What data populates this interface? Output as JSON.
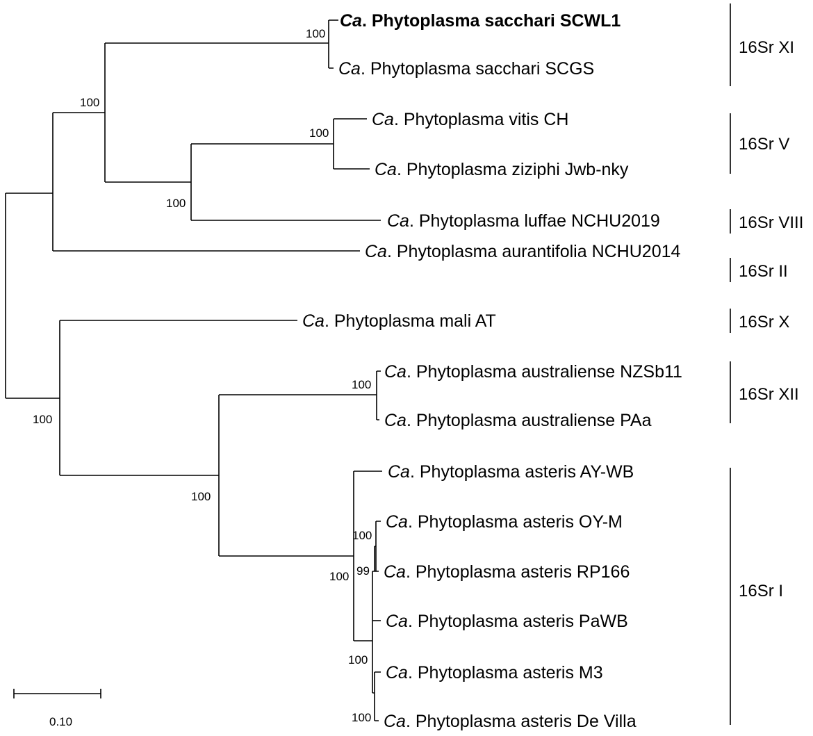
{
  "taxa": [
    {
      "id": "scwl1",
      "genus": "Ca",
      "rest": ". Phytoplasma sacchari SCWL1",
      "bold": true
    },
    {
      "id": "scgs",
      "genus": "Ca",
      "rest": ". Phytoplasma sacchari SCGS",
      "bold": false
    },
    {
      "id": "vitis",
      "genus": "Ca",
      "rest": ". Phytoplasma vitis CH",
      "bold": false
    },
    {
      "id": "ziziphi",
      "genus": "Ca",
      "rest": ". Phytoplasma ziziphi Jwb-nky",
      "bold": false
    },
    {
      "id": "luffae",
      "genus": "Ca",
      "rest": ". Phytoplasma luffae NCHU2019",
      "bold": false
    },
    {
      "id": "aurantifolia",
      "genus": "Ca",
      "rest": ". Phytoplasma aurantifolia NCHU2014",
      "bold": false
    },
    {
      "id": "mali",
      "genus": "Ca",
      "rest": ". Phytoplasma mali AT",
      "bold": false
    },
    {
      "id": "nzsb11",
      "genus": "Ca",
      "rest": ". Phytoplasma australiense NZSb11",
      "bold": false
    },
    {
      "id": "paa",
      "genus": "Ca",
      "rest": ". Phytoplasma australiense PAa",
      "bold": false
    },
    {
      "id": "aywb",
      "genus": "Ca",
      "rest": ". Phytoplasma asteris AY-WB",
      "bold": false
    },
    {
      "id": "oym",
      "genus": "Ca",
      "rest": ". Phytoplasma asteris OY-M",
      "bold": false
    },
    {
      "id": "rp166",
      "genus": "Ca",
      "rest": ". Phytoplasma asteris RP166",
      "bold": false
    },
    {
      "id": "pawb",
      "genus": "Ca",
      "rest": ". Phytoplasma asteris PaWB",
      "bold": false
    },
    {
      "id": "m3",
      "genus": "Ca",
      "rest": ". Phytoplasma asteris M3",
      "bold": false
    },
    {
      "id": "devilla",
      "genus": "Ca",
      "rest": ". Phytoplasma asteris De Villa",
      "bold": false
    }
  ],
  "bootstrap": [
    "100",
    "100",
    "100",
    "100",
    "100",
    "100",
    "100",
    "100",
    "99",
    "100",
    "100",
    "100"
  ],
  "groups": [
    "16Sr XI",
    "16Sr V",
    "16Sr VIII",
    "16Sr II",
    "16Sr X",
    "16Sr XII",
    "16Sr I"
  ],
  "scale_bar": {
    "label": "0.10",
    "value": 0.1
  }
}
